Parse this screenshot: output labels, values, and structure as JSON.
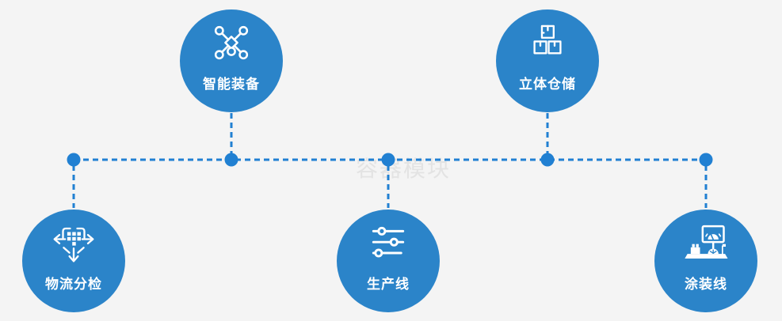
{
  "diagram": {
    "watermark": "容器模块",
    "nodes": [
      {
        "label": "智能装备",
        "icon": "network-nodes-icon",
        "row": "top"
      },
      {
        "label": "立体仓储",
        "icon": "stacked-boxes-icon",
        "row": "top"
      },
      {
        "label": "物流分检",
        "icon": "crosshair-arrows-icon",
        "row": "bottom"
      },
      {
        "label": "生产线",
        "icon": "sliders-icon",
        "row": "bottom"
      },
      {
        "label": "涂装线",
        "icon": "control-station-icon",
        "row": "bottom"
      }
    ],
    "colors": {
      "background": "#f4f4f4",
      "node_fill": "#2b84c9",
      "connector": "#2180d2",
      "label": "#ffffff",
      "watermark": "#e3e3e3"
    }
  }
}
